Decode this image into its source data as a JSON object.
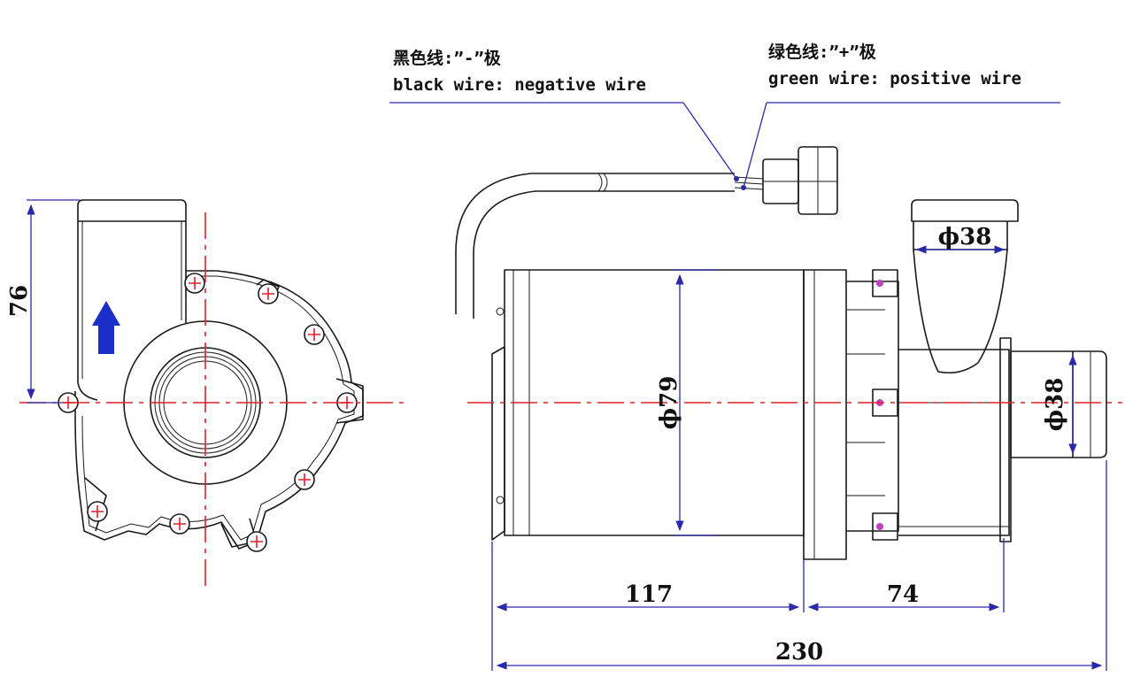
{
  "annotations": {
    "black_wire_cn": "黑色线:”-”极",
    "black_wire_en": "black wire: negative wire",
    "green_wire_cn": "绿色线:”+”极",
    "green_wire_en": "green wire: positive wire"
  },
  "dimensions": {
    "height_76": "76",
    "outlet_dia": "ϕ38",
    "inlet_dia": "ϕ38",
    "motor_dia": "ϕ79",
    "motor_len": "117",
    "pump_len": "74",
    "total_len": "230"
  },
  "colors": {
    "centerline": "#e0202a",
    "dimension": "#2a2aa8",
    "flow_arrow": "#1a2ec8",
    "outline": "#1a1a1a"
  },
  "icons": {
    "flow": "flow-direction-arrow",
    "screw": "cross-head-screw"
  }
}
